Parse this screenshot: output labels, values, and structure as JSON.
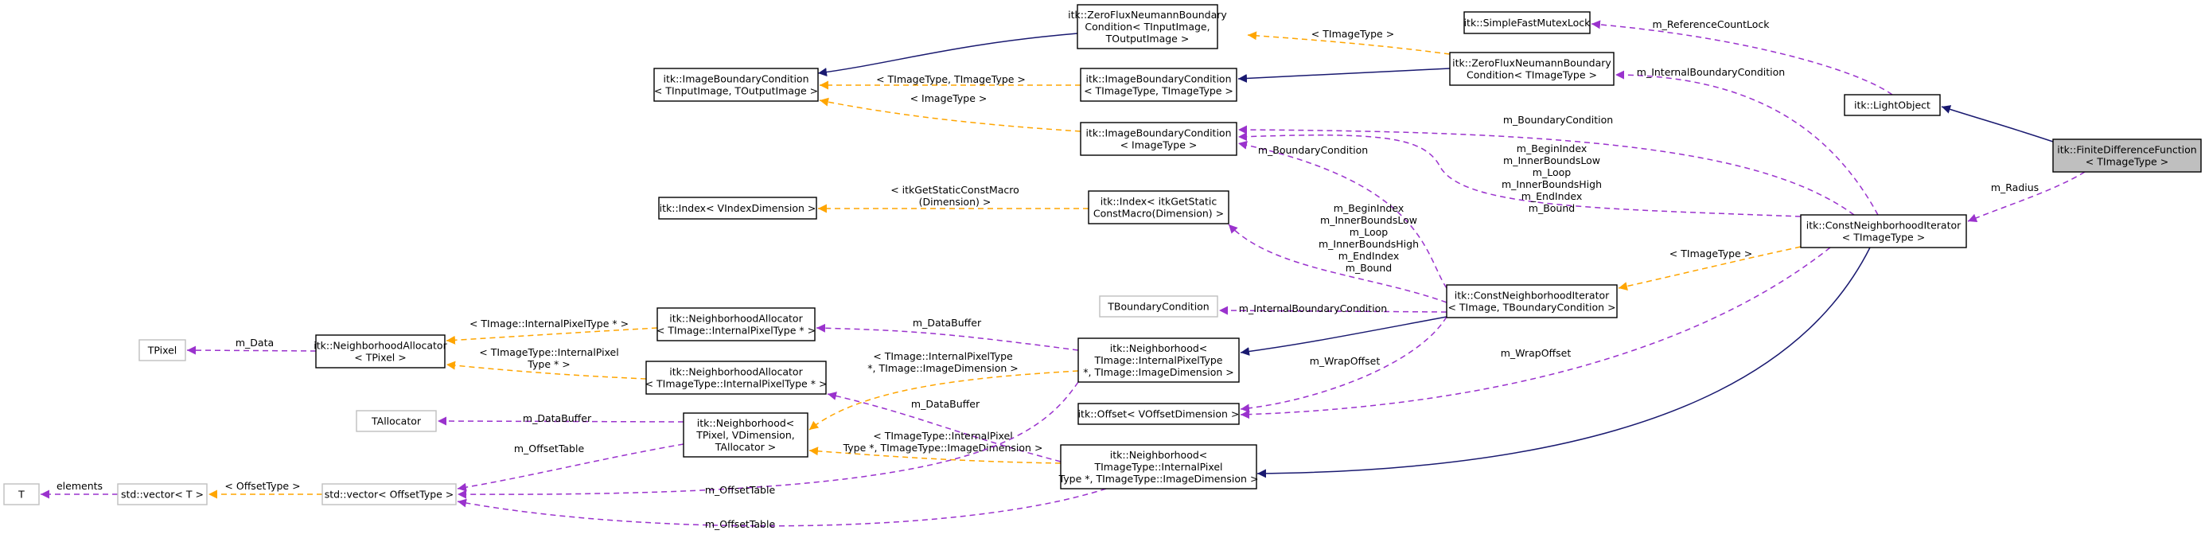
{
  "colors": {
    "inherit": "#191970",
    "member": "#9a32cd",
    "template": "#ffa500",
    "focus_fill": "#bfbfbf",
    "grey_border": "#bfbfbf"
  },
  "nodes": [
    {
      "id": "zeroflux2",
      "lines": [
        "itk::ZeroFluxNeumannBoundary",
        "Condition< TInputImage,",
        "TOutputImage >"
      ]
    },
    {
      "id": "simplefast",
      "lines": [
        "itk::SimpleFastMutexLock"
      ]
    },
    {
      "id": "imgbc2",
      "lines": [
        "itk::ImageBoundaryCondition",
        "< TInputImage, TOutputImage >"
      ]
    },
    {
      "id": "imgbc_tt",
      "lines": [
        "itk::ImageBoundaryCondition",
        "< TImageType, TImageType >"
      ]
    },
    {
      "id": "zeroflux1",
      "lines": [
        "itk::ZeroFluxNeumannBoundary",
        "Condition< TImageType >"
      ]
    },
    {
      "id": "lightobject",
      "lines": [
        "itk::LightObject"
      ]
    },
    {
      "id": "fdf",
      "lines": [
        "itk::FiniteDifferenceFunction",
        "< TImageType >"
      ]
    },
    {
      "id": "imgbc_it",
      "lines": [
        "itk::ImageBoundaryCondition",
        "< ImageType >"
      ]
    },
    {
      "id": "index_v",
      "lines": [
        "itk::Index< VIndexDimension >"
      ]
    },
    {
      "id": "index_itk",
      "lines": [
        "itk::Index< itkGetStatic",
        "ConstMacro(Dimension) >"
      ]
    },
    {
      "id": "cni_t",
      "lines": [
        "itk::ConstNeighborhoodIterator",
        "< TImageType >"
      ]
    },
    {
      "id": "tbc",
      "lines": [
        "TBoundaryCondition"
      ]
    },
    {
      "id": "cni_tt",
      "lines": [
        "itk::ConstNeighborhoodIterator",
        "< TImage, TBoundaryCondition >"
      ]
    },
    {
      "id": "tpixel",
      "lines": [
        "TPixel"
      ]
    },
    {
      "id": "na_tp",
      "lines": [
        "itk::NeighborhoodAllocator",
        "< TPixel >"
      ]
    },
    {
      "id": "na_ti",
      "lines": [
        "itk::NeighborhoodAllocator",
        "< TImage::InternalPixelType * >"
      ]
    },
    {
      "id": "nb_ti",
      "lines": [
        "itk::Neighborhood<",
        "TImage::InternalPixelType",
        "*, TImage::ImageDimension >"
      ]
    },
    {
      "id": "na_tit",
      "lines": [
        "itk::NeighborhoodAllocator",
        "< TImageType::InternalPixelType * >"
      ]
    },
    {
      "id": "tallocator",
      "lines": [
        "TAllocator"
      ]
    },
    {
      "id": "nb_tp",
      "lines": [
        "itk::Neighborhood<",
        "TPixel, VDimension,",
        "TAllocator >"
      ]
    },
    {
      "id": "offset_v",
      "lines": [
        "itk::Offset< VOffsetDimension >"
      ]
    },
    {
      "id": "nb_tit",
      "lines": [
        "itk::Neighborhood<",
        "TImageType::InternalPixel",
        "Type *, TImageType::ImageDimension >"
      ]
    },
    {
      "id": "t",
      "lines": [
        "T"
      ]
    },
    {
      "id": "vec_t",
      "lines": [
        "std::vector< T >"
      ]
    },
    {
      "id": "vec_ot",
      "lines": [
        "std::vector< OffsetType >"
      ]
    }
  ],
  "edges": [
    {
      "id": "e1",
      "lines": []
    },
    {
      "id": "e2",
      "lines": [
        "< TImageType >"
      ]
    },
    {
      "id": "e3",
      "lines": [
        "< TImageType, TImageType >"
      ]
    },
    {
      "id": "e4",
      "lines": [
        "< ImageType >"
      ]
    },
    {
      "id": "e5",
      "lines": []
    },
    {
      "id": "e6",
      "lines": [
        "m_ReferenceCountLock"
      ]
    },
    {
      "id": "e7",
      "lines": [
        "m_InternalBoundaryCondition"
      ]
    },
    {
      "id": "e8",
      "lines": []
    },
    {
      "id": "e9",
      "lines": [
        "m_Radius"
      ]
    },
    {
      "id": "e10",
      "lines": [
        "m_BoundaryCondition"
      ]
    },
    {
      "id": "e11",
      "lines": [
        "m_BoundaryCondition"
      ]
    },
    {
      "id": "e12",
      "lines": [
        "m_BeginIndex",
        "m_InnerBoundsLow",
        "m_Loop",
        "m_InnerBoundsHigh",
        "m_EndIndex",
        "m_Bound"
      ]
    },
    {
      "id": "e13",
      "lines": [
        "m_BeginIndex",
        "m_InnerBoundsLow",
        "m_Loop",
        "m_InnerBoundsHigh",
        "m_EndIndex",
        "m_Bound"
      ]
    },
    {
      "id": "e14",
      "lines": [
        "< itkGetStaticConstMacro",
        "(Dimension) >"
      ]
    },
    {
      "id": "e15",
      "lines": [
        "< TImageType >"
      ]
    },
    {
      "id": "e16",
      "lines": [
        "m_InternalBoundaryCondition"
      ]
    },
    {
      "id": "e17",
      "lines": []
    },
    {
      "id": "e18",
      "lines": []
    },
    {
      "id": "e19",
      "lines": [
        "m_Data"
      ]
    },
    {
      "id": "e20",
      "lines": [
        "< TImage::InternalPixelType * >"
      ]
    },
    {
      "id": "e21",
      "lines": [
        "< TImageType::InternalPixel",
        "Type * >"
      ]
    },
    {
      "id": "e22",
      "lines": [
        "m_DataBuffer"
      ]
    },
    {
      "id": "e23",
      "lines": [
        "< TImage::InternalPixelType",
        "*, TImage::ImageDimension >"
      ]
    },
    {
      "id": "e24",
      "lines": [
        "m_WrapOffset"
      ]
    },
    {
      "id": "e25",
      "lines": [
        "m_WrapOffset"
      ]
    },
    {
      "id": "e26",
      "lines": [
        "m_DataBuffer"
      ]
    },
    {
      "id": "e27",
      "lines": [
        "m_DataBuffer"
      ]
    },
    {
      "id": "e28",
      "lines": [
        "< TImageType::InternalPixel",
        "Type *, TImageType::ImageDimension >"
      ]
    },
    {
      "id": "e29",
      "lines": [
        "m_OffsetTable"
      ]
    },
    {
      "id": "e30",
      "lines": [
        "m_OffsetTable"
      ]
    },
    {
      "id": "e31",
      "lines": [
        "m_OffsetTable"
      ]
    },
    {
      "id": "e32",
      "lines": [
        "< OffsetType >"
      ]
    },
    {
      "id": "e33",
      "lines": [
        "elements"
      ]
    }
  ]
}
